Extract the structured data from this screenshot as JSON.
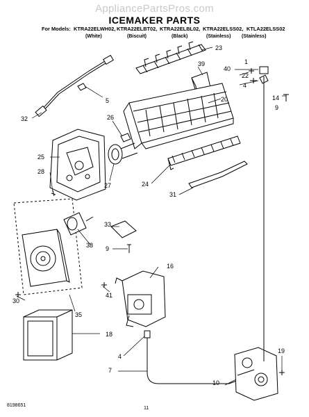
{
  "watermark": "AppliancePartsPros.com",
  "title": "ICEMAKER PARTS",
  "models_prefix": "For Models:",
  "models": [
    "KTRA22ELWH02,",
    "KTRA22ELBT02,",
    "KTRA22ELBL02,",
    "KTRA22ELSS02,",
    "KTLA22ELSS02"
  ],
  "colors": [
    "(White)",
    "(Biscuit)",
    "(Black)",
    "(Stainless)",
    "(Stainless)"
  ],
  "callouts": [
    "1",
    "40",
    "22",
    "4",
    "14",
    "9",
    "23",
    "39",
    "20",
    "5",
    "32",
    "26",
    "25",
    "28",
    "27",
    "24",
    "31",
    "33",
    "38",
    "9",
    "16",
    "41",
    "30",
    "35",
    "18",
    "4",
    "7",
    "10",
    "19"
  ],
  "footer_code": "8198651",
  "page_number": "11"
}
